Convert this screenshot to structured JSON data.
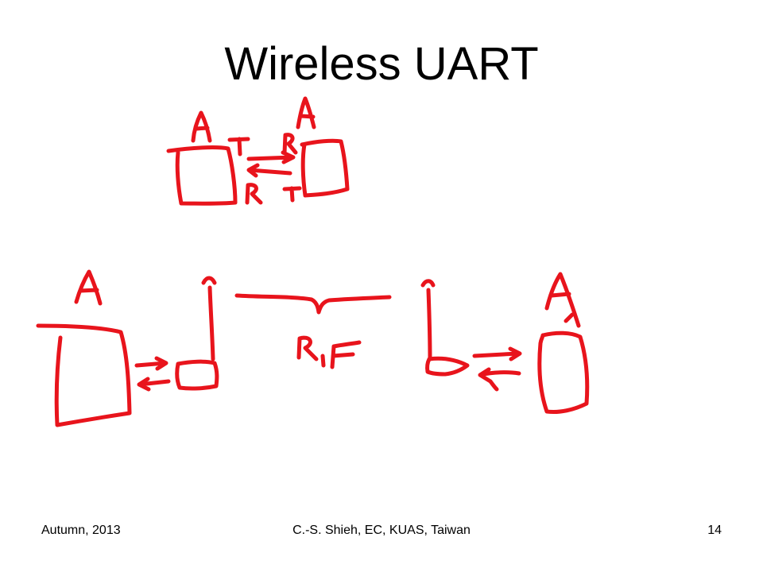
{
  "slide": {
    "title": "Wireless UART"
  },
  "sketch": {
    "ink_color": "#e8141c",
    "labels": {
      "top_left_device": "A",
      "top_right_device": "A",
      "top_tx_left": "T",
      "top_rx_right": "R",
      "top_rx_left": "R",
      "top_tx_right": "T",
      "bottom_left_device": "A",
      "bottom_right_device": "A",
      "rf": "RF"
    }
  },
  "footer": {
    "left": "Autumn, 2013",
    "center": "C.-S. Shieh, EC, KUAS, Taiwan",
    "right": "14"
  }
}
